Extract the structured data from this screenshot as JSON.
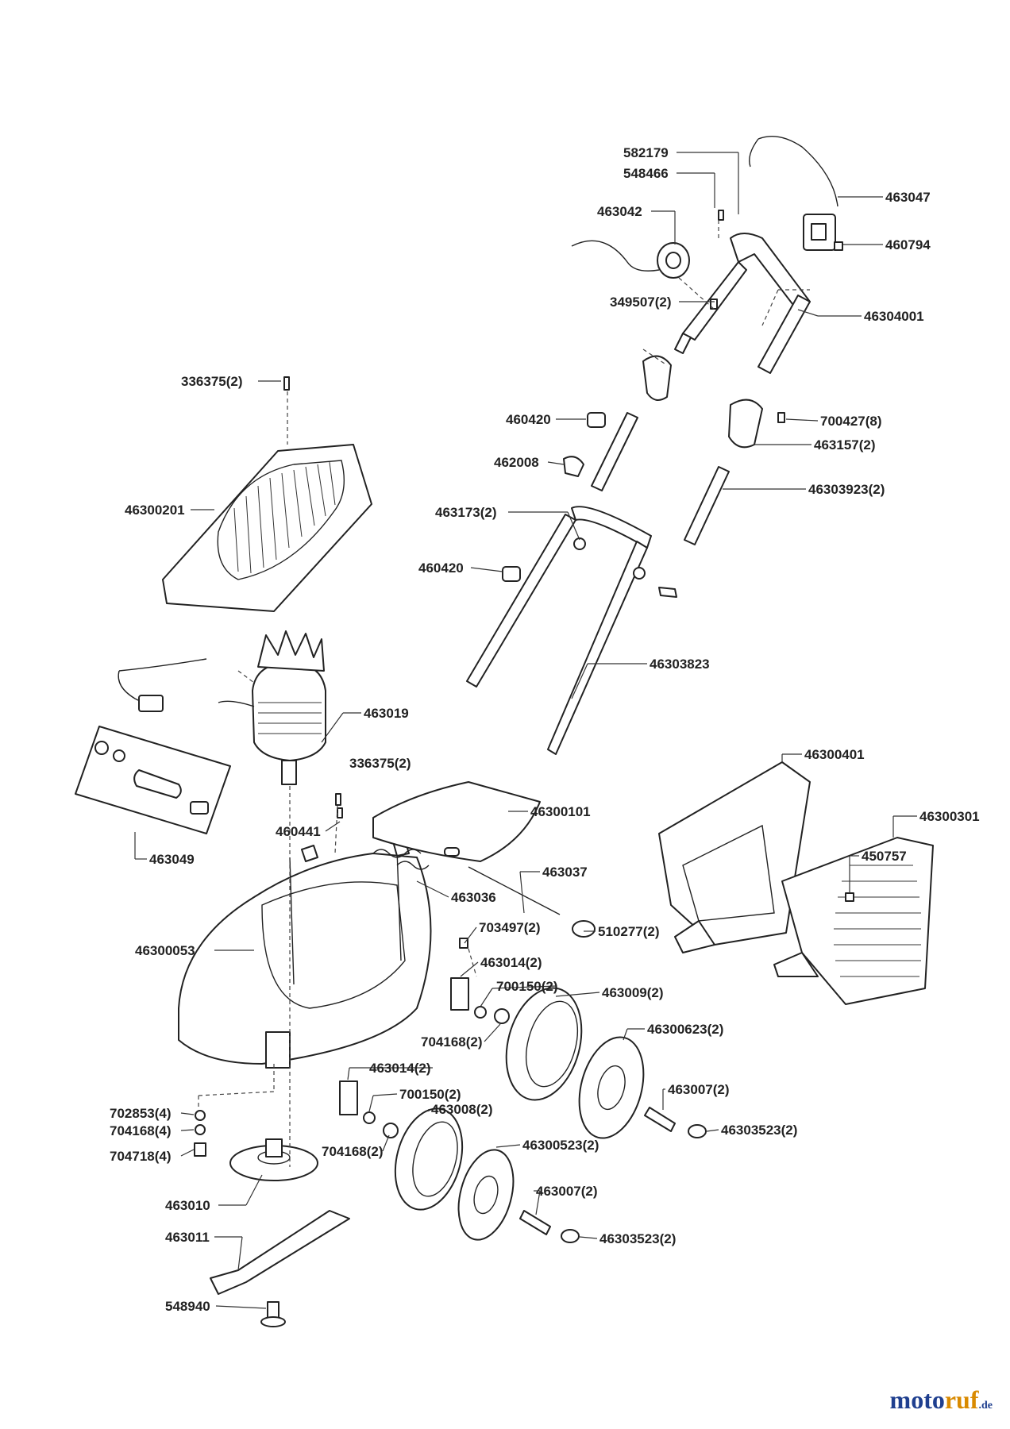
{
  "labels": {
    "l582179": "582179",
    "l548466": "548466",
    "l463047": "463047",
    "l463042": "463042",
    "l460794": "460794",
    "l349507": "349507(2)",
    "l46304001": "46304001",
    "l336375a": "336375(2)",
    "l460420a": "460420",
    "l700427": "700427(8)",
    "l463157": "463157(2)",
    "l462008": "462008",
    "l46303923": "46303923(2)",
    "l46300201": "46300201",
    "l463173": "463173(2)",
    "l460420b": "460420",
    "l46303823": "46303823",
    "l463019": "463019",
    "l336375b": "336375(2)",
    "l46300401": "46300401",
    "l46300101": "46300101",
    "l46300301": "46300301",
    "l460441": "460441",
    "l463049": "463049",
    "l450757": "450757",
    "l463037": "463037",
    "l463036": "463036",
    "l703497": "703497(2)",
    "l510277": "510277(2)",
    "l46300053": "46300053",
    "l463014a": "463014(2)",
    "l700150a": "700150(2)",
    "l463009": "463009(2)",
    "l704168a": "704168(2)",
    "l46300623": "46300623(2)",
    "l463014b": "463014(2)",
    "l463007a": "463007(2)",
    "l700150b": "700150(2)",
    "l463008": "463008(2)",
    "l702853": "702853(4)",
    "l46303523a": "46303523(2)",
    "l704168b": "704168(4)",
    "l704168c": "704168(2)",
    "l46300523": "46300523(2)",
    "l704718": "704718(4)",
    "l463007b": "463007(2)",
    "l463010": "463010",
    "l46303523b": "46303523(2)",
    "l463011": "463011",
    "l548940": "548940"
  },
  "watermark": {
    "part1": "moto",
    "part2": "ruf",
    "part3": ".de"
  }
}
